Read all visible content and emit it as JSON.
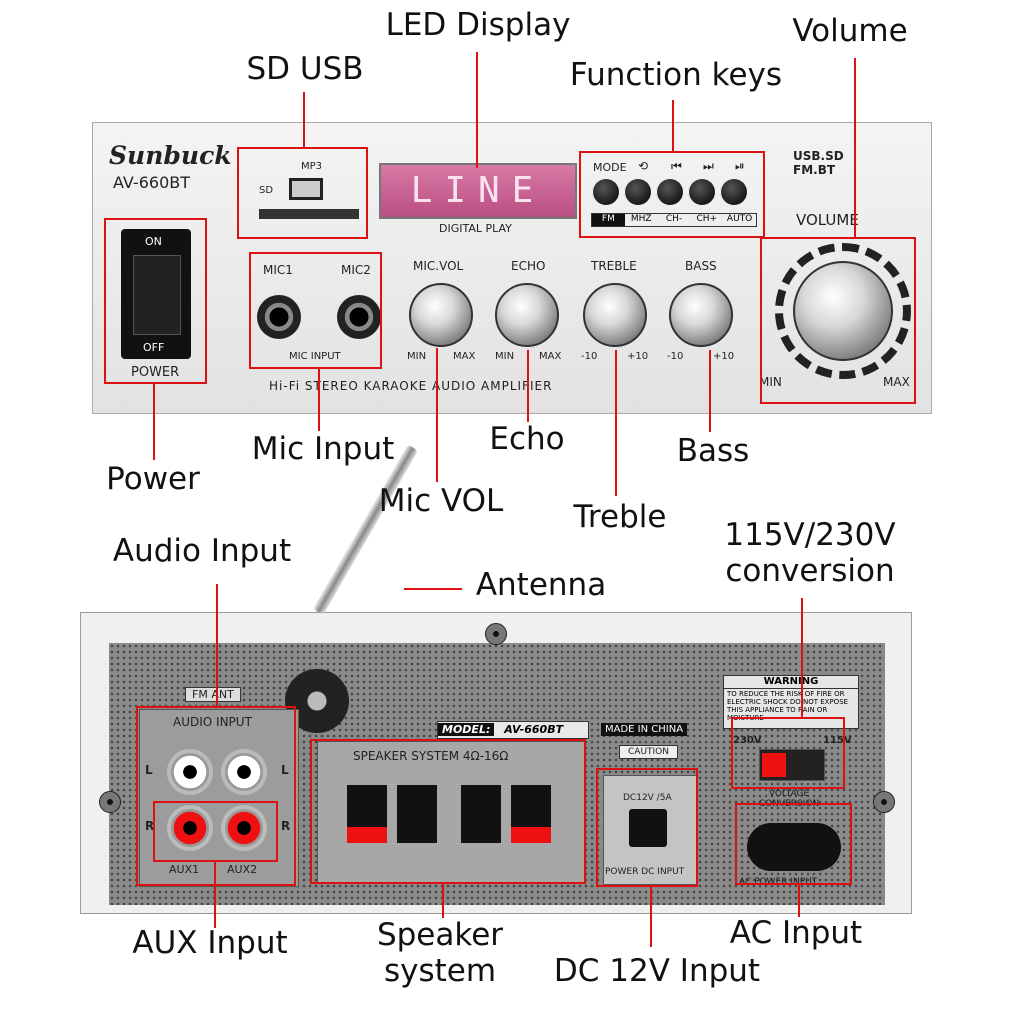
{
  "labels": {
    "led_display": "LED Display",
    "sd_usb": "SD USB",
    "function_keys": "Function keys",
    "volume": "Volume",
    "power": "Power",
    "mic_input": "Mic Input",
    "echo": "Echo",
    "bass": "Bass",
    "mic_vol": "Mic VOL",
    "treble": "Treble",
    "audio_input": "Audio Input",
    "antenna": "Antenna",
    "voltage_conversion": "115V/230V conversion",
    "aux_input": "AUX Input",
    "speaker_system": "Speaker system",
    "dc_input": "DC 12V Input",
    "ac_input": "AC Input"
  },
  "front_panel": {
    "brand": "Sunbuck",
    "model": "AV-660BT",
    "mp3": "MP3",
    "sd": "SD",
    "display_text": "LINE",
    "digital_play": "DIGITAL PLAY",
    "usb_sd_fm_bt": "USB.SD FM.BT",
    "volume_title": "VOLUME",
    "power_on": "ON",
    "power_off": "OFF",
    "power_label": "POWER",
    "mic1": "MIC1",
    "mic2": "MIC2",
    "mic_input": "MIC INPUT",
    "strip_text": "Hi-Fi STEREO KARAOKE AUDIO AMPLIFIER",
    "key_top": [
      "MODE",
      "⟲",
      "⏮",
      "⏭",
      "⏯"
    ],
    "key_bottom": [
      "FM",
      "MHZ",
      "CH-",
      "CH+",
      "AUTO"
    ],
    "knobs": [
      {
        "name": "MIC.VOL",
        "min": "MIN",
        "max": "MAX"
      },
      {
        "name": "ECHO",
        "min": "MIN",
        "max": "MAX"
      },
      {
        "name": "TREBLE",
        "min": "-10",
        "max": "+10"
      },
      {
        "name": "BASS",
        "min": "-10",
        "max": "+10"
      }
    ],
    "vol_min": "MIN",
    "vol_max": "MAX"
  },
  "back_panel": {
    "fm_ant": "FM ANT",
    "audio_input": "AUDIO INPUT",
    "model_label": "MODEL:",
    "model_value": "AV-660BT",
    "made_in": "MADE IN CHINA",
    "speaker_title": "SPEAKER SYSTEM 4Ω-16Ω",
    "caution": "CAUTION",
    "warning_title": "WARNING",
    "warning_text": "TO REDUCE THE RISK OF FIRE OR ELECTRIC SHOCK DO NOT EXPOSE THIS APPLIANCE TO RAIN OR MOISTURE",
    "v230": "230V",
    "v115": "115V",
    "voltage_conversion": "VOLTAGE CONVERSION",
    "dc_spec": "DC12V /5A",
    "power_dc_input": "POWER DC INPUT",
    "ac_power_input": "AC POWER INPUT",
    "aux1": "AUX1",
    "aux2": "AUX2",
    "l": "L",
    "r": "R"
  }
}
